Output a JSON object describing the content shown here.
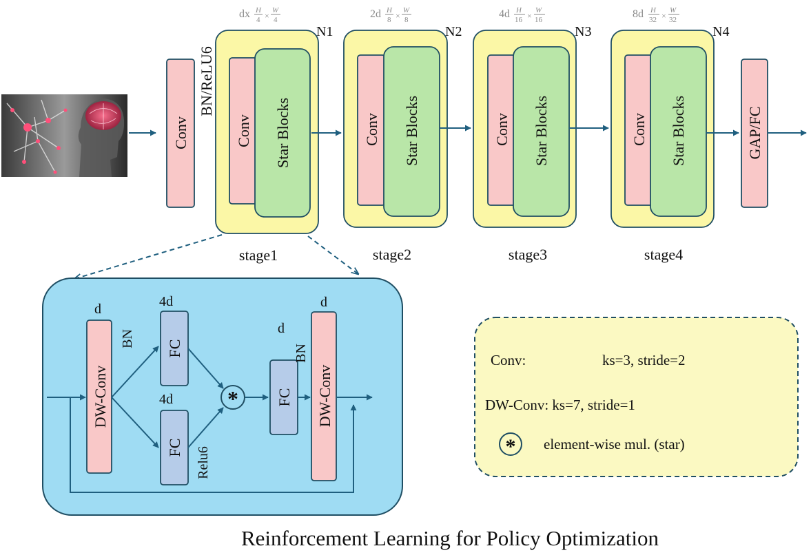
{
  "colors": {
    "pink_block": "#f9c8c8",
    "green_block": "#b9e6a8",
    "yellow_stage": "#fbf7a6",
    "blue_panel": "#9fdcf3",
    "fc_block": "#b6cce9",
    "legend_bg": "#fbf9c2",
    "arrow": "#1f5f7f",
    "outline": "#1f4e63"
  },
  "input_image": {
    "icon": "brain-neuron-image"
  },
  "stem": {
    "conv_label": "Conv",
    "norm_label": "BN/ReLU6"
  },
  "stages": [
    {
      "dim_prefix": "dx",
      "h_den": "4",
      "w_den": "4",
      "n_label": "N1",
      "conv_label": "Conv",
      "blocks_label": "Star Blocks",
      "name": "stage1"
    },
    {
      "dim_prefix": "2d",
      "h_den": "8",
      "w_den": "8",
      "n_label": "N2",
      "conv_label": "Conv",
      "blocks_label": "Star Blocks",
      "name": "stage2"
    },
    {
      "dim_prefix": "4d",
      "h_den": "16",
      "w_den": "16",
      "n_label": "N3",
      "conv_label": "Conv",
      "blocks_label": "Star Blocks",
      "name": "stage3"
    },
    {
      "dim_prefix": "8d",
      "h_den": "32",
      "w_den": "32",
      "n_label": "N4",
      "conv_label": "Conv",
      "blocks_label": "Star Blocks",
      "name": "stage4"
    }
  ],
  "fraction": {
    "h": "H",
    "w": "W",
    "times": "×"
  },
  "head": {
    "label": "GAP/FC"
  },
  "star_block": {
    "dw_conv1": {
      "label": "DW-Conv",
      "dim": "d",
      "norm": "BN"
    },
    "fc_top": {
      "label": "FC",
      "dim": "4d"
    },
    "fc_bottom": {
      "label": "FC",
      "dim": "4d",
      "act": "Relu6"
    },
    "star_symbol": "*",
    "fc_out": {
      "label": "FC",
      "dim": "d"
    },
    "dw_conv2": {
      "label": "DW-Conv",
      "dim": "d",
      "norm": "BN"
    }
  },
  "legend": {
    "conv_name": "Conv:",
    "conv_params": "ks=3, stride=2",
    "dwconv_line": "DW-Conv: ks=7, stride=1",
    "star_symbol": "*",
    "star_desc": "element-wise mul. (star)"
  },
  "caption": "Reinforcement Learning for Policy Optimization"
}
